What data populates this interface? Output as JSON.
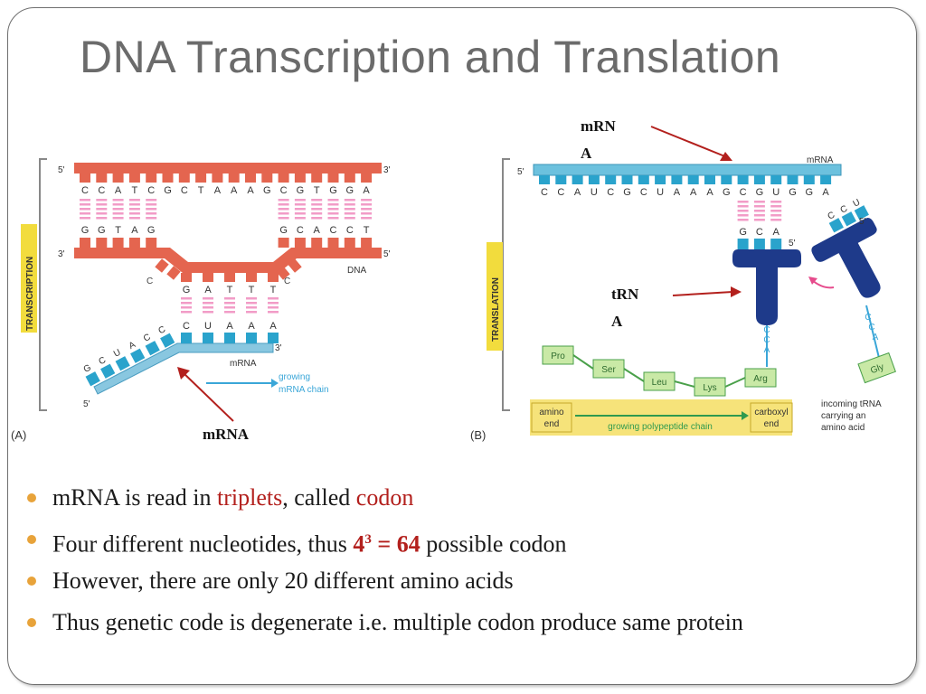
{
  "slide": {
    "title": "DNA Transcription and Translation"
  },
  "figure_a": {
    "panel_label": "(A)",
    "side_label": "TRANSCRIPTION",
    "strand_top_5": "5'",
    "strand_top_3": "3'",
    "strand_bottom_3": "3'",
    "strand_bottom_5": "5'",
    "top_bases": [
      "C",
      "C",
      "A",
      "T",
      "C",
      "G",
      "C",
      "T",
      "A",
      "A",
      "A",
      "G",
      "C",
      "G",
      "T",
      "G",
      "G",
      "A"
    ],
    "bottom_left_bases": [
      "G",
      "G",
      "T",
      "A",
      "G"
    ],
    "bottom_right_bases": [
      "G",
      "C",
      "A",
      "C",
      "C",
      "T"
    ],
    "template_bases": [
      "G",
      "A",
      "T",
      "T",
      "T"
    ],
    "mrna_bases_flat": [
      "C",
      "U",
      "A",
      "A",
      "A"
    ],
    "mrna_bases_angled": [
      "C",
      "C",
      "A",
      "U",
      "C",
      "G"
    ],
    "dna_label": "DNA",
    "mrna_label": "mRNA",
    "mrna_3": "3'",
    "mrna_5": "5'",
    "growing_label_1": "growing",
    "growing_label_2": "mRNA chain",
    "side_c_left": "C",
    "side_c_right": "C"
  },
  "figure_b": {
    "panel_label": "(B)",
    "side_label": "TRANSLATION",
    "mrna_5": "5'",
    "mrna_label": "mRNA",
    "mrna_bases": [
      "C",
      "C",
      "A",
      "U",
      "C",
      "G",
      "C",
      "U",
      "A",
      "A",
      "A",
      "G",
      "C",
      "G",
      "U",
      "G",
      "G",
      "A"
    ],
    "anticodon": [
      "G",
      "C",
      "A"
    ],
    "trna_5": "5'",
    "cca_1": [
      "C",
      "C",
      "A"
    ],
    "incoming_anticodon": [
      "C",
      "C",
      "U"
    ],
    "incoming_5": "5'",
    "cca_2": [
      "C",
      "C",
      "A"
    ],
    "amino_acids": [
      "Pro",
      "Ser",
      "Leu",
      "Lys",
      "Arg"
    ],
    "incoming_aa": "Gly",
    "amino_end_1": "amino",
    "amino_end_2": "end",
    "carboxyl_end_1": "carboxyl",
    "carboxyl_end_2": "end",
    "growing_chain": "growing polypeptide chain",
    "incoming_label_1": "incoming tRNA",
    "incoming_label_2": "carrying an",
    "incoming_label_3": "amino acid"
  },
  "annotations": {
    "mrna_top_1": "mRN",
    "mrna_top_2": "A",
    "trna_1": "tRN",
    "trna_2": "A",
    "mrna_bottom": "mRNA"
  },
  "bullets": [
    {
      "pre": "mRNA is read in ",
      "h1": "triplets",
      "mid": ", called ",
      "h2": "codon"
    },
    {
      "pre": "Four different nucleotides, thus ",
      "math_base": "4",
      "math_exp": "3",
      "math_eq": " = 64",
      "post": " possible codon"
    },
    {
      "text": "However, there are only 20 different amino acids"
    },
    {
      "text": "Thus genetic code is degenerate i.e. multiple codon produce same protein"
    }
  ]
}
